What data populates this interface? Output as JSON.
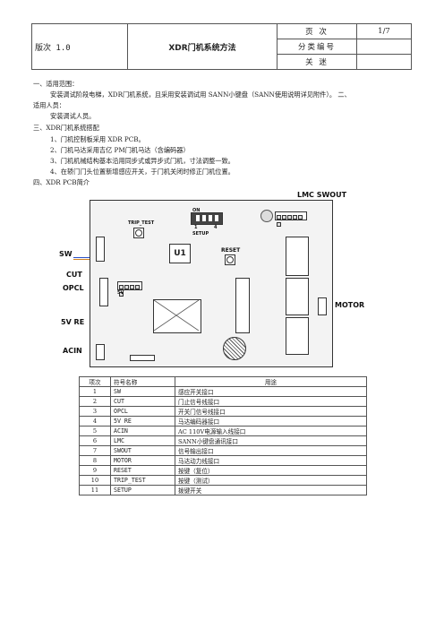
{
  "header": {
    "version": "版次 1.0",
    "title": "XDR门机系统方法",
    "page_label": "页 次",
    "page_value": "1/7",
    "category_label": "分类编号",
    "category_value": "",
    "keywords_label": "关 迷",
    "keywords_value": ""
  },
  "body": {
    "s1_title": "一、适用范围：",
    "s1_text": "安装调试阶段电梯，XDR门机系统，且采用安装调试用 SANN小键盘（SANN使用说明详见附件）。 二、",
    "s2_title": "适用人员：",
    "s2_text": "安装调试人员。",
    "s3_title": "三、XDR门机系统搭配",
    "s3_items": [
      "1、门机控制板采用 XDR PCB。",
      "2、门机马达采用吉亿 PM门机马达（含编码器）",
      "3、门机机械结构基本沿用同步式或异步式门机，寸法调整一致。",
      "4、在轿门门头位置新增感应开关，于门机关闭时修正门机位置。"
    ],
    "s4_title": "四、XDR PCB简介"
  },
  "pcb": {
    "labels": {
      "lmc_swout": "LMC SWOUT",
      "sw": "SW",
      "cut": "CUT",
      "opcl": "OPCL",
      "re": "5V RE",
      "acin": "ACIN",
      "motor": "MOTOR",
      "trip_test": "TRIP_TEST",
      "u1": "U1",
      "setup": "SETUP",
      "on": "ON",
      "dip_1": "1",
      "dip_4": "4",
      "reset": "RESET",
      "v5": "5V"
    }
  },
  "table": {
    "headers": [
      "项次",
      "符号名称",
      "用途"
    ],
    "rows": [
      [
        "1",
        "SW",
        "感应开关接口"
      ],
      [
        "2",
        "CUT",
        "门止信号线接口"
      ],
      [
        "3",
        "OPCL",
        "开关门信号线接口"
      ],
      [
        "4",
        "5V RE",
        "马达编码器接口"
      ],
      [
        "5",
        "ACIN",
        "AC 110V电源输入线接口"
      ],
      [
        "6",
        "LMC",
        "SANN小键盘通讯接口"
      ],
      [
        "7",
        "SWOUT",
        "信号输出接口"
      ],
      [
        "8",
        "MOTOR",
        "马达动力线接口"
      ],
      [
        "9",
        "RESET",
        "按键（复位）"
      ],
      [
        "10",
        "TRIP_TEST",
        "按键（测试）"
      ],
      [
        "11",
        "SETUP",
        "拨键开关"
      ]
    ]
  }
}
